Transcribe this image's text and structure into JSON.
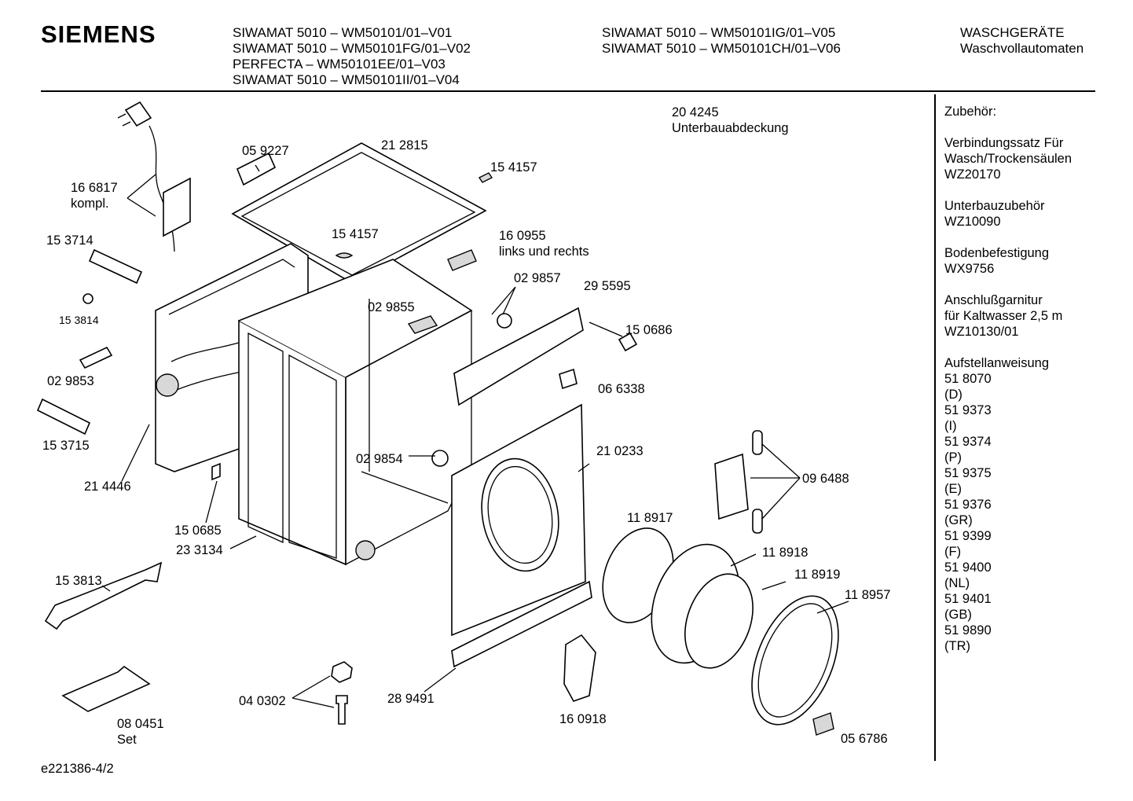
{
  "brand": "SIEMENS",
  "header": {
    "col1": [
      "SIWAMAT 5010 – WM50101/01–V01",
      "SIWAMAT 5010 – WM50101FG/01–V02",
      "PERFECTA – WM50101EE/01–V03",
      "SIWAMAT 5010 – WM50101II/01–V04"
    ],
    "col2": [
      "SIWAMAT 5010 – WM50101IG/01–V05",
      "SIWAMAT 5010 – WM50101CH/01–V06"
    ],
    "col3": [
      "WASCHGERÄTE",
      "Waschvollautomaten"
    ]
  },
  "labels": {
    "l166817": "16 6817",
    "l166817b": "kompl.",
    "l059227": "05 9227",
    "l212815": "21 2815",
    "l154157a": "15 4157",
    "l154157b": "15 4157",
    "l160955": "16 0955",
    "l160955b": "links und rechts",
    "l029857": "02 9857",
    "l295595": "29 5595",
    "l029855": "02 9855",
    "l150686": "15 0686",
    "l066338": "06 6338",
    "l153714": "15 3714",
    "l153814": "15 3814",
    "l029853": "02 9853",
    "l153715": "15 3715",
    "l214446": "21 4446",
    "l150685": "15 0685",
    "l233134": "23 3134",
    "l029854": "02 9854",
    "l210233": "21 0233",
    "l096488": "09 6488",
    "l118917": "11 8917",
    "l118918": "11 8918",
    "l118919": "11 8919",
    "l118957": "11 8957",
    "l153813": "15 3813",
    "l040302": "04 0302",
    "l289491": "28 9491",
    "l160918": "16 0918",
    "l080451": "08 0451",
    "l080451b": "Set",
    "l056786": "05 6786",
    "l204245": "20 4245",
    "l204245b": "Unterbauabdeckung"
  },
  "sidebar": [
    [
      "Zubehör:"
    ],
    [
      "Verbindungssatz Für",
      "Wasch/Trockensäulen",
      "WZ20170"
    ],
    [
      "Unterbauzubehör",
      "WZ10090"
    ],
    [
      "Bodenbefestigung",
      "WX9756"
    ],
    [
      "Anschlußgarnitur",
      "für Kaltwasser 2,5 m",
      "WZ10130/01"
    ],
    [
      "Aufstellanweisung",
      "51 8070",
      "(D)",
      "51 9373",
      "(I)",
      "51 9374",
      "(P)",
      "51 9375",
      "(E)",
      "51 9376",
      "(GR)",
      "51 9399",
      "(F)",
      "51 9400",
      "(NL)",
      "51 9401",
      "(GB)",
      "51 9890",
      "(TR)"
    ]
  ],
  "footer": "e221386-4/2"
}
